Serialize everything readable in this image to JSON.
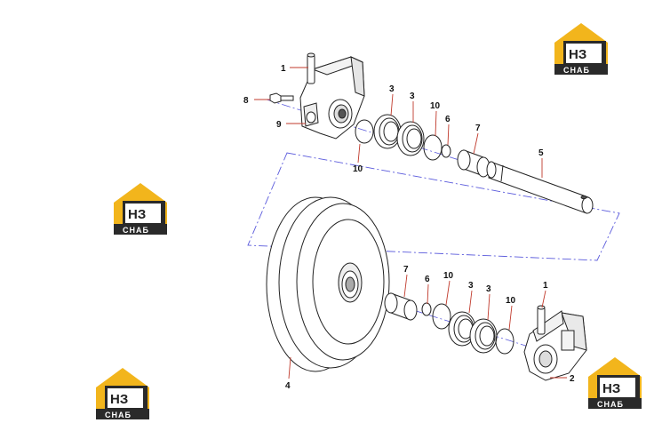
{
  "callouts": {
    "c1_top": "1",
    "c8": "8",
    "c9": "9",
    "c3_top_a": "3",
    "c3_top_b": "3",
    "c10_top_a": "10",
    "c6_top": "6",
    "c7_top": "7",
    "c5": "5",
    "c10_top_b": "10",
    "c7_bot": "7",
    "c6_bot": "6",
    "c10_bot_a": "10",
    "c3_bot_a": "3",
    "c3_bot_b": "3",
    "c10_bot_b": "10",
    "c1_bot": "1",
    "c2": "2",
    "c4": "4"
  },
  "logo": {
    "mark": "НЗ",
    "sub": "СНАБ",
    "colors": {
      "yellow": "#f2b51c",
      "dark": "#2a2a2a",
      "white": "#ffffff"
    }
  },
  "colors": {
    "line": "#222222",
    "leader": "#c0392b",
    "dash": "#5a5adc"
  }
}
